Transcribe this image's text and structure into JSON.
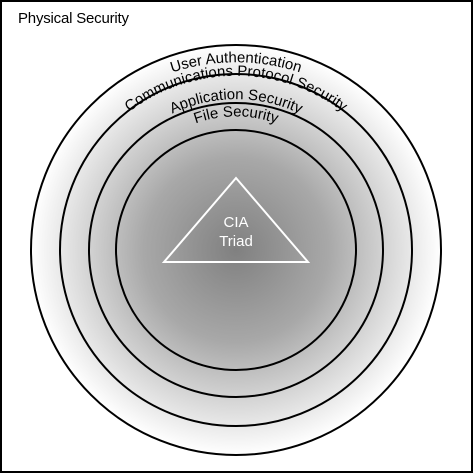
{
  "diagram": {
    "outer_label": "Physical Security",
    "rings": [
      {
        "label": "User Authentication"
      },
      {
        "label": "Communications Protocol Security"
      },
      {
        "label": "Application Security"
      },
      {
        "label": "File Security"
      }
    ],
    "core": {
      "line1": "CIA",
      "line2": "Triad"
    }
  },
  "colors": {
    "stroke": "#000000",
    "background": "#ffffff",
    "gradient_outer": "#ffffff",
    "gradient_inner": "#808080",
    "core_text": "#ffffff"
  }
}
